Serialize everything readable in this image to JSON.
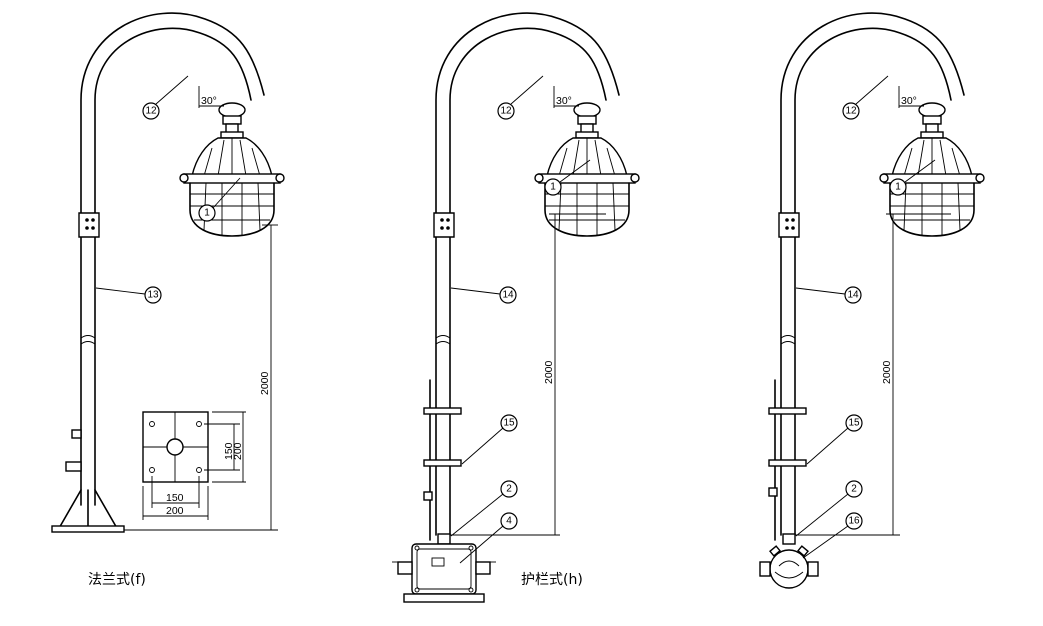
{
  "captions": {
    "flange": "法兰式(f)",
    "guardrail": "护栏式(h)"
  },
  "angles": {
    "a": "30°",
    "b": "30°",
    "c": "30°"
  },
  "dimensions": {
    "height_a": "2000",
    "height_b": "2000",
    "height_c": "2000",
    "plate_h_inner": "150",
    "plate_h_outer": "200",
    "plate_v_inner": "150",
    "plate_v_outer": "200"
  },
  "callouts": {
    "a": [
      "12",
      "1",
      "13"
    ],
    "b": [
      "12",
      "1",
      "14",
      "15",
      "2",
      "4"
    ],
    "c": [
      "12",
      "1",
      "14",
      "15",
      "2",
      "16"
    ]
  }
}
